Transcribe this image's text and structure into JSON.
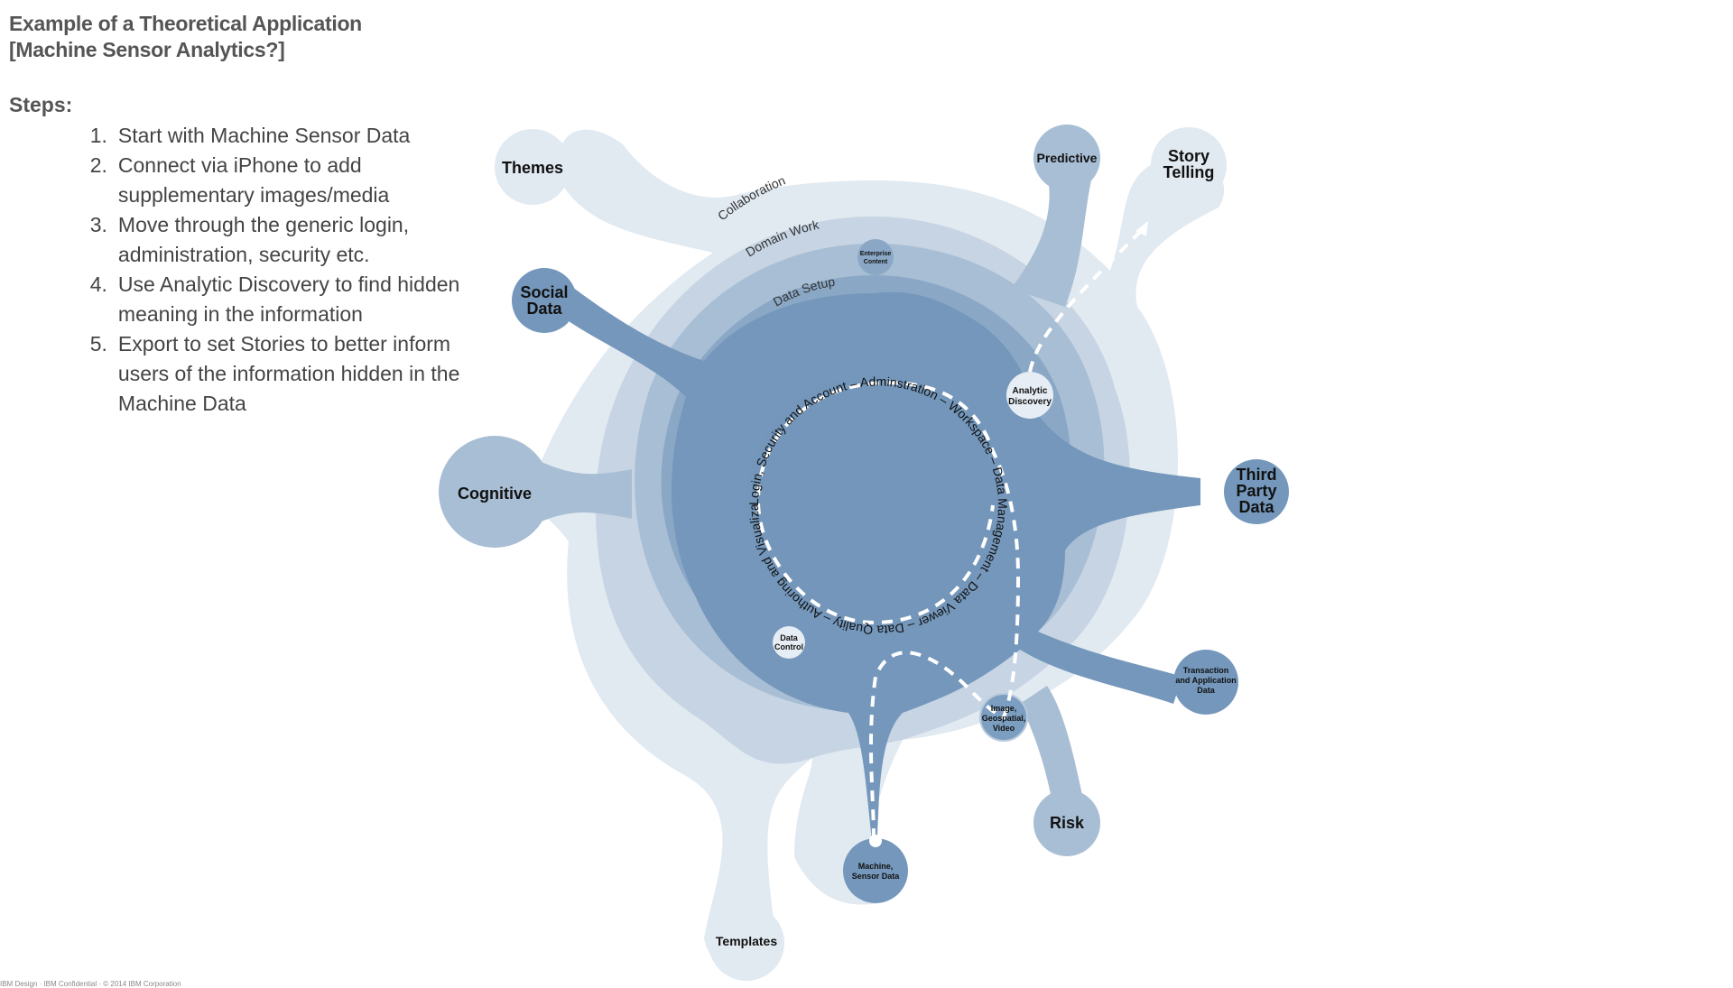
{
  "title_line1": "Example of a Theoretical Application",
  "title_line2": "[Machine Sensor Analytics?]",
  "steps_heading": "Steps:",
  "steps": [
    {
      "num": "1.",
      "text": "Start with Machine Sensor Data"
    },
    {
      "num": "2.",
      "text": "Connect via iPhone to add supplementary images/media"
    },
    {
      "num": "3.",
      "text": "Move through the generic login, administration, security etc."
    },
    {
      "num": "4.",
      "text": "Use Analytic Discovery to find hidden meaning in the information"
    },
    {
      "num": "5.",
      "text": "Export to set Stories to better inform users of the information hidden in the Machine Data"
    }
  ],
  "rings": {
    "collaboration": "Collaboration",
    "domain_work": "Domain Work",
    "data_setup": "Data Setup"
  },
  "center_text": "Login, Security and Account – Adminstration – Workspace – Data Management – Data Viewer – Data Quality – Authoring and Visualizaiton",
  "nodes": {
    "themes": "Themes",
    "predictive": "Predictive",
    "story_1": "Story",
    "story_2": "Telling",
    "enterprise_1": "Enterprise",
    "enterprise_2": "Content",
    "social_1": "Social",
    "social_2": "Data",
    "analytic_1": "Analytic",
    "analytic_2": "Discovery",
    "cognitive": "Cognitive",
    "third_1": "Third",
    "third_2": "Party",
    "third_3": "Data",
    "transaction_1": "Transaction",
    "transaction_2": "and Application",
    "transaction_3": "Data",
    "data_control_1": "Data",
    "data_control_2": "Control",
    "image_1": "Image,",
    "image_2": "Geospatial,",
    "image_3": "Video",
    "risk": "Risk",
    "machine_1": "Machine,",
    "machine_2": "Sensor Data",
    "templates": "Templates"
  },
  "colors": {
    "layer1": "#e1e9f1",
    "layer2": "#c6d4e3",
    "layer3": "#a8bed4",
    "layer4": "#8aa8c6",
    "core": "#7497bb",
    "inner_circle": "#7396ba"
  },
  "footer": "IBM Design · IBM Confidential · © 2014 IBM Corporation"
}
